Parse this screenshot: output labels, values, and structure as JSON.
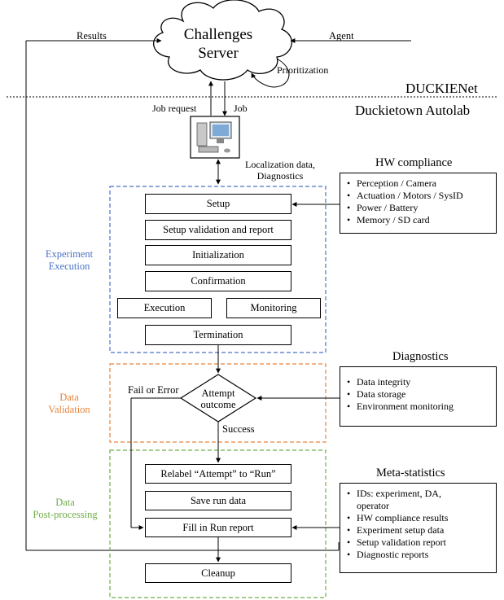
{
  "server": {
    "line1": "Challenges",
    "line2": "Server"
  },
  "labels": {
    "results": "Results",
    "agent": "Agent",
    "prioritization": "Prioritization",
    "duckienet": "DUCKIENet",
    "autolab": "Duckietown Autolab",
    "job_request": "Job request",
    "job": "Job",
    "localization_line1": "Localization data,",
    "localization_line2": "Diagnostics",
    "fail_or_error": "Fail or Error",
    "success": "Success"
  },
  "decision": {
    "line1": "Attempt",
    "line2": "outcome"
  },
  "sections": {
    "execution": {
      "line1": "Experiment",
      "line2": "Execution",
      "color": "#4a72c4"
    },
    "validation": {
      "line1": "Data",
      "line2": "Validation",
      "color": "#e8833a"
    },
    "postprocessing": {
      "line1": "Data",
      "line2": "Post-processing",
      "color": "#70ad47"
    }
  },
  "steps": {
    "setup": "Setup",
    "setup_validation": "Setup validation and report",
    "initialization": "Initialization",
    "confirmation": "Confirmation",
    "execution": "Execution",
    "monitoring": "Monitoring",
    "termination": "Termination",
    "relabel": "Relabel “Attempt” to “Run”",
    "save_run": "Save run data",
    "fill_report": "Fill in Run report",
    "cleanup": "Cleanup"
  },
  "panels": {
    "hw_compliance": {
      "title": "HW compliance",
      "items": [
        "Perception / Camera",
        "Actuation / Motors / SysID",
        "Power / Battery",
        "Memory / SD card"
      ]
    },
    "diagnostics": {
      "title": "Diagnostics",
      "items": [
        "Data integrity",
        "Data storage",
        "Environment monitoring"
      ]
    },
    "meta_statistics": {
      "title": "Meta-statistics",
      "items": [
        "IDs: experiment, DA,",
        "operator",
        "HW compliance results",
        "Experiment setup data",
        "Setup validation report",
        "Diagnostic reports"
      ]
    }
  },
  "icons": {
    "computer": "computer-icon",
    "cloud": "cloud-icon"
  }
}
